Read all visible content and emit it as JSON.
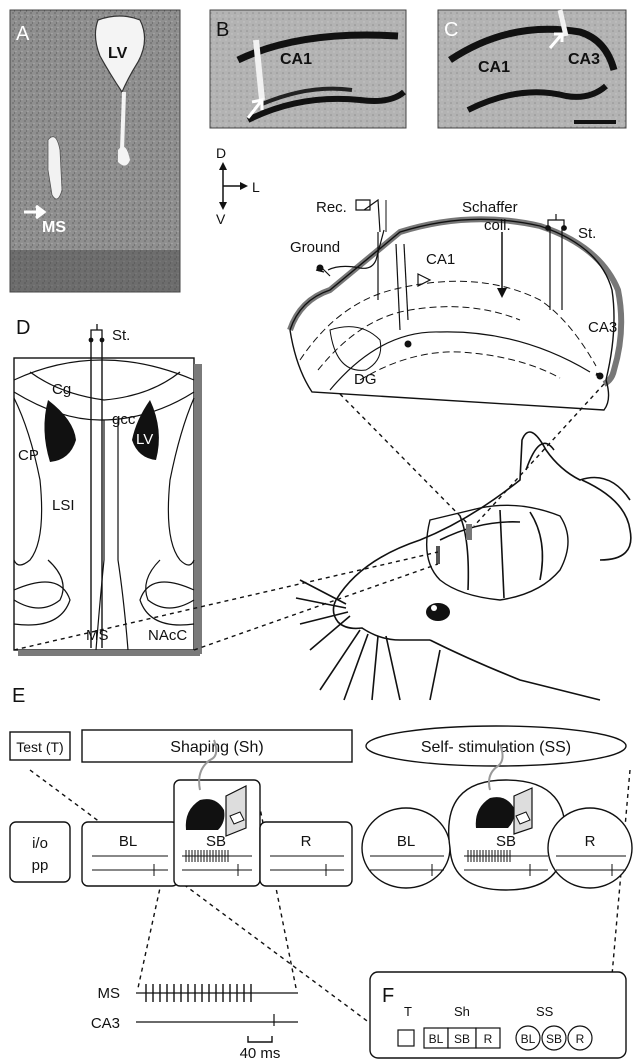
{
  "panels": {
    "A": {
      "letter": "A",
      "lv": "LV",
      "ms": "MS"
    },
    "B": {
      "letter": "B",
      "ca1": "CA1"
    },
    "C": {
      "letter": "C",
      "ca1": "CA1",
      "ca3": "CA3"
    },
    "D": {
      "letter": "D",
      "st": "St.",
      "cg": "Cg",
      "gcc": "gcc",
      "cp": "CP",
      "lv": "LV",
      "lsi": "LSI",
      "ms": "MS",
      "nacc": "NAcC"
    },
    "E": {
      "letter": "E"
    },
    "F": {
      "letter": "F",
      "t": "T",
      "sh": "Sh",
      "ss": "SS",
      "bl": "BL",
      "sb": "SB",
      "r": "R"
    }
  },
  "orientation": {
    "d": "D",
    "l": "L",
    "v": "V"
  },
  "hippocampus": {
    "rec": "Rec.",
    "ground": "Ground",
    "schaffer_1": "Schaffer",
    "schaffer_2": "coll.",
    "st": "St.",
    "ca1": "CA1",
    "ca3": "CA3",
    "dg": "DG"
  },
  "protocol": {
    "test": "Test (T)",
    "shaping": "Shaping (Sh)",
    "self_stim": "Self- stimulation (SS)",
    "io_1": "i/o",
    "io_2": "pp",
    "bl": "BL",
    "sb": "SB",
    "r": "R"
  },
  "trace": {
    "ms": "MS",
    "ca3": "CA3",
    "scale": "40 ms"
  },
  "colors": {
    "tissue": "#8d8d8d",
    "ink": "#111111",
    "gray_edge": "#7a7a7a"
  }
}
